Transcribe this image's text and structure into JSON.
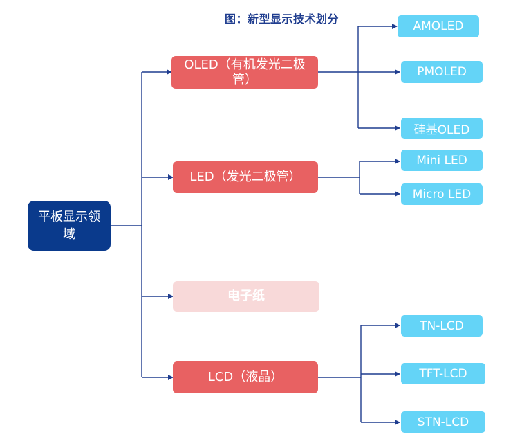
{
  "title": "图：新型显示技术划分",
  "colors": {
    "root": "#0a3a8c",
    "category": "#e86162",
    "category_faded": "#f8d9d9",
    "leaf": "#64d4f7",
    "connector": "#1f3d8f"
  },
  "root": {
    "label": "平板显示领域"
  },
  "categories": [
    {
      "label": "OLED（有机发光二极管）",
      "children": [
        "AMOLED",
        "PMOLED",
        "硅基OLED"
      ]
    },
    {
      "label": "LED（发光二极管）",
      "children": [
        "Mini LED",
        "Micro LED"
      ]
    },
    {
      "label": "电子纸",
      "children": []
    },
    {
      "label": "LCD（液晶）",
      "children": [
        "TN-LCD",
        "TFT-LCD",
        "STN-LCD"
      ]
    }
  ]
}
